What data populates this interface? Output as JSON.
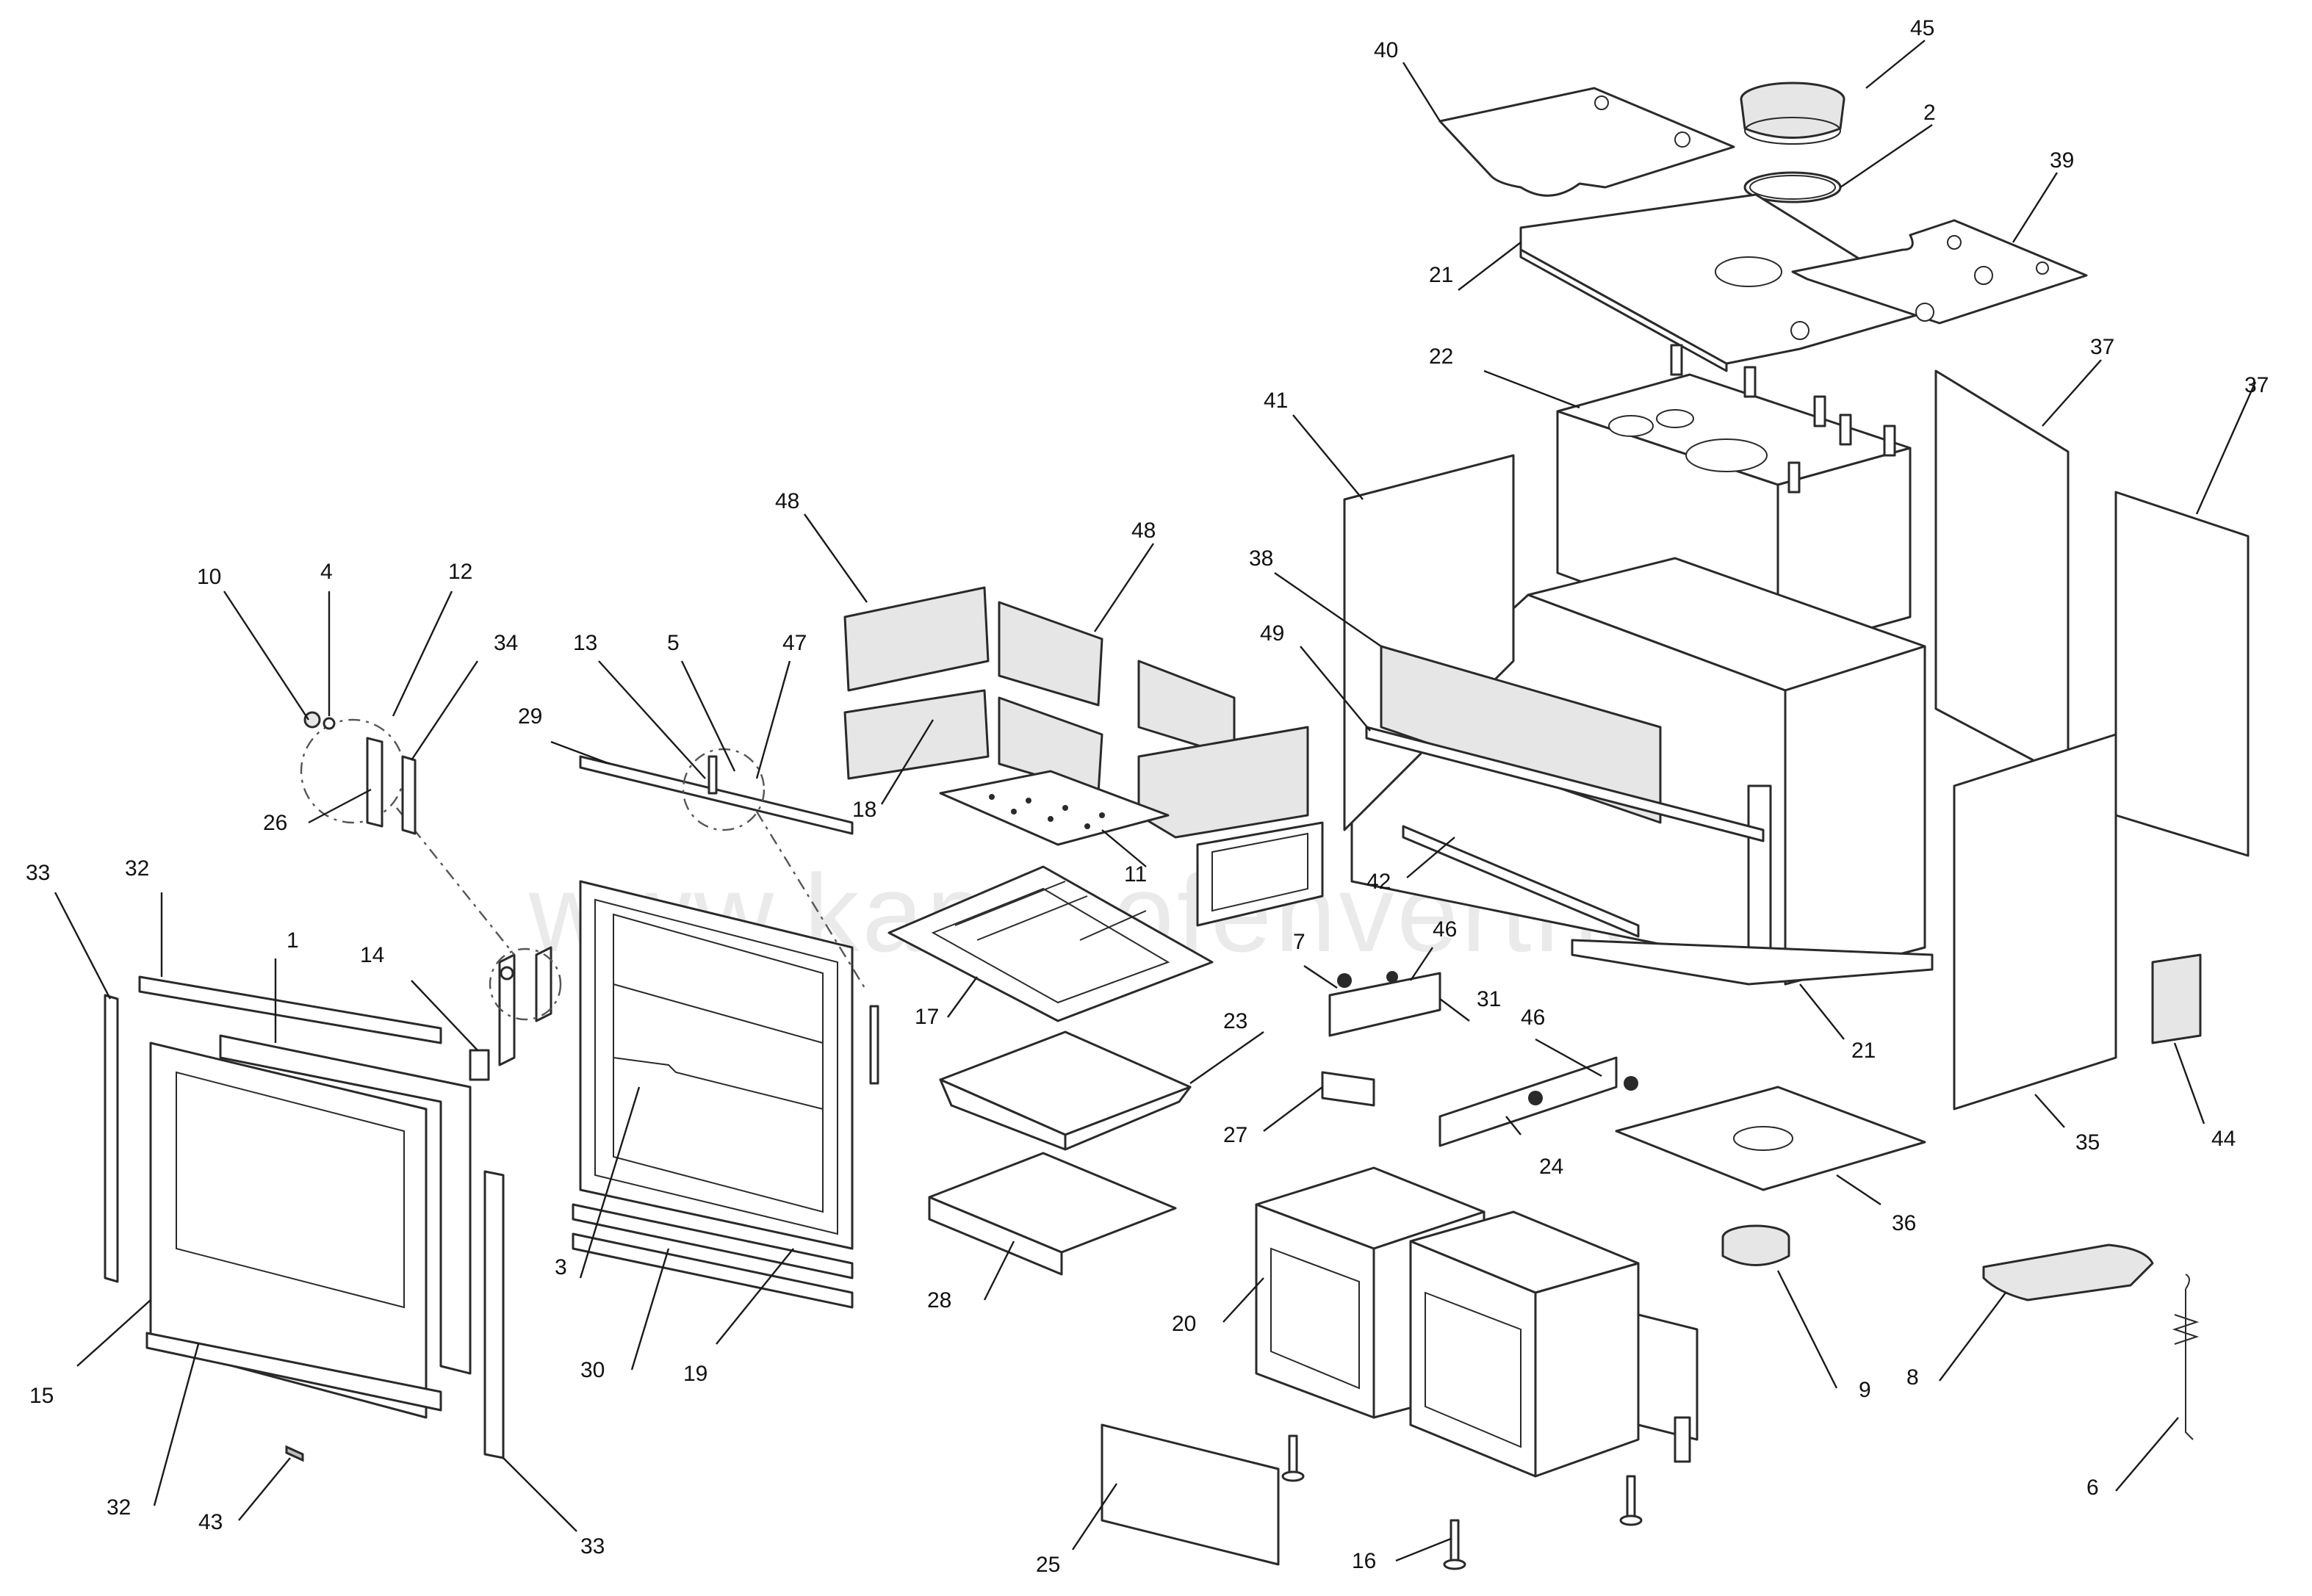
{
  "watermark": "www.kaminofenvertrieb.de",
  "callouts": [
    {
      "id": "c40a",
      "label": "40"
    },
    {
      "id": "c45",
      "label": "45"
    },
    {
      "id": "c2",
      "label": "2"
    },
    {
      "id": "c39",
      "label": "39"
    },
    {
      "id": "c21a",
      "label": "21"
    },
    {
      "id": "c22",
      "label": "22"
    },
    {
      "id": "c37a",
      "label": "37"
    },
    {
      "id": "c37b",
      "label": "37"
    },
    {
      "id": "c41",
      "label": "41"
    },
    {
      "id": "c38",
      "label": "38"
    },
    {
      "id": "c49",
      "label": "49"
    },
    {
      "id": "c48a",
      "label": "48"
    },
    {
      "id": "c48b",
      "label": "48"
    },
    {
      "id": "c18",
      "label": "18"
    },
    {
      "id": "c11",
      "label": "11"
    },
    {
      "id": "c10",
      "label": "10"
    },
    {
      "id": "c4",
      "label": "4"
    },
    {
      "id": "c12",
      "label": "12"
    },
    {
      "id": "c34",
      "label": "34"
    },
    {
      "id": "c26",
      "label": "26"
    },
    {
      "id": "c13",
      "label": "13"
    },
    {
      "id": "c5",
      "label": "5"
    },
    {
      "id": "c47",
      "label": "47"
    },
    {
      "id": "c29",
      "label": "29"
    },
    {
      "id": "c33a",
      "label": "33"
    },
    {
      "id": "c32a",
      "label": "32"
    },
    {
      "id": "c1",
      "label": "1"
    },
    {
      "id": "c14",
      "label": "14"
    },
    {
      "id": "c17",
      "label": "17"
    },
    {
      "id": "c42",
      "label": "42"
    },
    {
      "id": "c7",
      "label": "7"
    },
    {
      "id": "c46a",
      "label": "46"
    },
    {
      "id": "c31",
      "label": "31"
    },
    {
      "id": "c46b",
      "label": "46"
    },
    {
      "id": "c21b",
      "label": "21"
    },
    {
      "id": "c23",
      "label": "23"
    },
    {
      "id": "c27",
      "label": "27"
    },
    {
      "id": "c24",
      "label": "24"
    },
    {
      "id": "c44",
      "label": "44"
    },
    {
      "id": "c35",
      "label": "35"
    },
    {
      "id": "c36",
      "label": "36"
    },
    {
      "id": "c3",
      "label": "3"
    },
    {
      "id": "c30",
      "label": "30"
    },
    {
      "id": "c19",
      "label": "19"
    },
    {
      "id": "c28",
      "label": "28"
    },
    {
      "id": "c20",
      "label": "20"
    },
    {
      "id": "c9",
      "label": "9"
    },
    {
      "id": "c8",
      "label": "8"
    },
    {
      "id": "c15",
      "label": "15"
    },
    {
      "id": "c32b",
      "label": "32"
    },
    {
      "id": "c43",
      "label": "43"
    },
    {
      "id": "c33b",
      "label": "33"
    },
    {
      "id": "c25",
      "label": "25"
    },
    {
      "id": "c16",
      "label": "16"
    },
    {
      "id": "c6",
      "label": "6"
    }
  ]
}
